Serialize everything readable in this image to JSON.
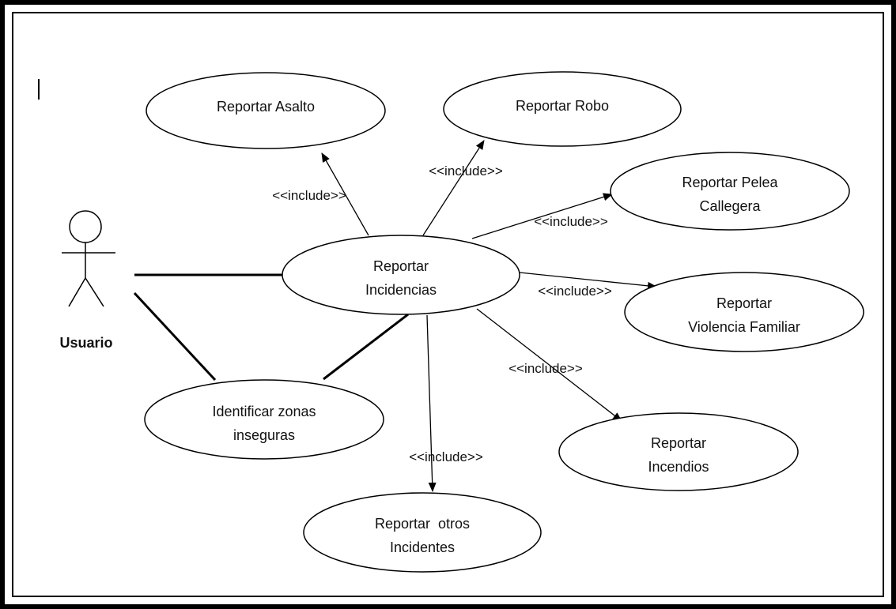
{
  "actor": {
    "label": "Usuario"
  },
  "central_use_case": {
    "lines": [
      "Reportar",
      "Incidencias"
    ]
  },
  "use_cases": {
    "asalto": {
      "lines": [
        "Reportar Asalto"
      ]
    },
    "robo": {
      "lines": [
        "Reportar Robo"
      ]
    },
    "pelea": {
      "lines": [
        "Reportar Pelea",
        "Callegera"
      ]
    },
    "violencia": {
      "lines": [
        "Reportar",
        "Violencia Familiar"
      ]
    },
    "incendios": {
      "lines": [
        "Reportar",
        "Incendios"
      ]
    },
    "otros": {
      "lines": [
        "Reportar  otros",
        "Incidentes"
      ]
    },
    "zonas": {
      "lines": [
        "Identificar zonas",
        "inseguras"
      ]
    }
  },
  "relationship_label": "<<include>>"
}
